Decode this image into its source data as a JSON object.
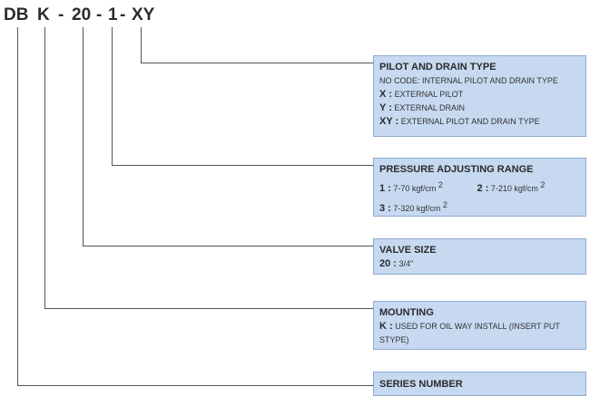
{
  "code": {
    "series": "DB",
    "mounting": "K",
    "dash1": "-",
    "size": "20",
    "dash2": "-",
    "pressure": "1",
    "dash3": "-",
    "pilot": "XY"
  },
  "boxes": {
    "pilot_drain": {
      "title": "PILOT AND DRAIN TYPE",
      "line1": "NO CODE: INTERNAL PILOT AND DRAIN TYPE",
      "x_code": "X :",
      "x_text": "EXTERNAL PILOT",
      "y_code": "Y :",
      "y_text": "EXTERNAL DRAIN",
      "xy_code": "XY :",
      "xy_text": "EXTERNAL PILOT AND DRAIN TYPE"
    },
    "pressure": {
      "title": "PRESSURE ADJUSTING RANGE",
      "opt1_code": "1 :",
      "opt1_text": "7-70 kgf/cm",
      "opt1_sup": "2",
      "opt2_code": "2 :",
      "opt2_text": "7-210 kgf/cm",
      "opt2_sup": "2",
      "opt3_code": "3 :",
      "opt3_text": "7-320 kgf/cm",
      "opt3_sup": "2"
    },
    "valve_size": {
      "title": "VALVE SIZE",
      "code": "20 :",
      "text": "3/4\""
    },
    "mounting": {
      "title": "MOUNTING",
      "code": "K :",
      "text": "USED FOR OIL WAY INSTALL (INSERT PUT STYPE)"
    },
    "series": {
      "title": "SERIES NUMBER"
    }
  },
  "colors": {
    "box_fill": "#c6d9f1",
    "box_border": "#8eaad0",
    "line": "#555555"
  }
}
